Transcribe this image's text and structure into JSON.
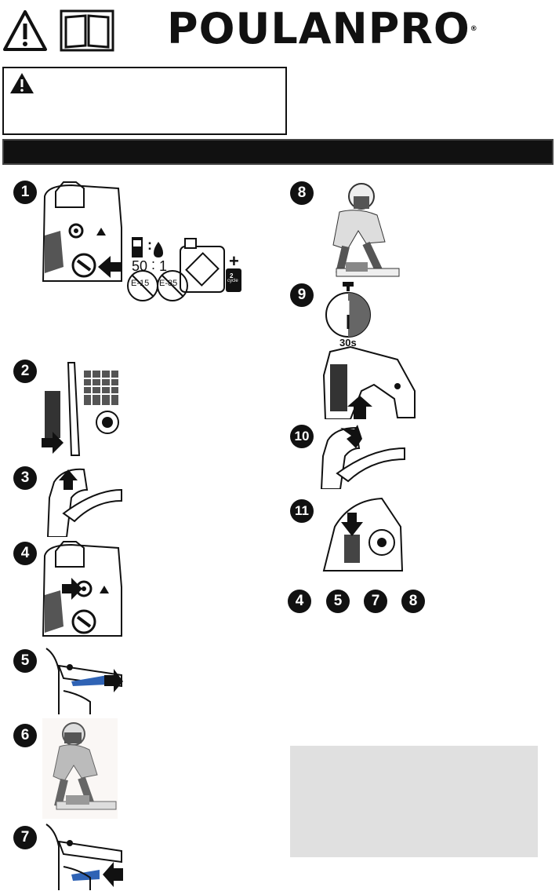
{
  "header": {
    "brand": "POULANPRO",
    "reg_mark": "®",
    "warning_icon": "warning-triangle-icon",
    "manual_icon": "open-book-icon"
  },
  "fuel": {
    "ratio_left": "50",
    "ratio_sep": ":",
    "ratio_right": "1",
    "no_fuel_1": "E-15",
    "no_fuel_2": "E-85",
    "oil_label_1": "2",
    "oil_label_2": "cycle"
  },
  "timer": {
    "label": "30s"
  },
  "steps": {
    "s1": "1",
    "s2": "2",
    "s3": "3",
    "s4": "4",
    "s5": "5",
    "s6": "6",
    "s7": "7",
    "s8": "8",
    "s9": "9",
    "s10": "10",
    "s11": "11"
  },
  "repeat_sequence": [
    "4",
    "5",
    "7",
    "8"
  ],
  "colors": {
    "lever_blue": "#2f63b5",
    "grey_panel": "#e0e0e0"
  }
}
